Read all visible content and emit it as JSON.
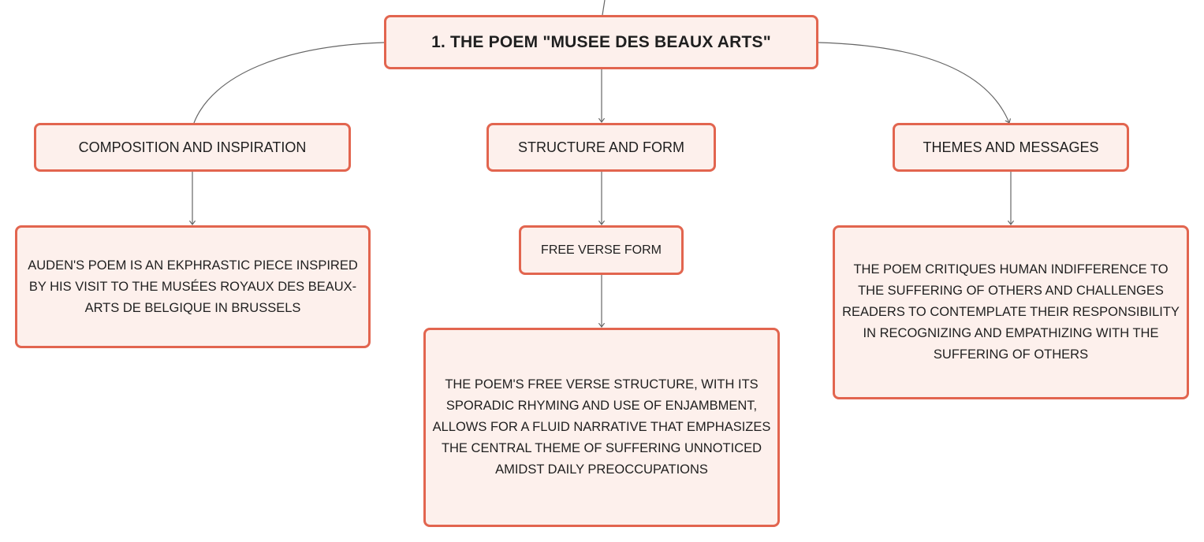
{
  "root": {
    "label": "1. THE POEM \"MUSEE DES BEAUX ARTS\""
  },
  "branches": [
    {
      "label": "COMPOSITION AND INSPIRATION",
      "detail": "AUDEN'S POEM IS AN EKPHRASTIC PIECE INSPIRED BY HIS VISIT TO THE MUSÉES ROYAUX DES BEAUX-ARTS DE BELGIQUE IN BRUSSELS"
    },
    {
      "label": "STRUCTURE AND FORM",
      "sub_label": "FREE VERSE FORM",
      "detail": "THE POEM'S FREE VERSE STRUCTURE, WITH ITS SPORADIC RHYMING AND USE OF ENJAMBMENT, ALLOWS FOR A FLUID NARRATIVE THAT EMPHASIZES THE CENTRAL THEME OF SUFFERING UNNOTICED AMIDST DAILY PREOCCUPATIONS"
    },
    {
      "label": "THEMES AND MESSAGES",
      "detail": "THE POEM CRITIQUES HUMAN INDIFFERENCE TO THE SUFFERING OF OTHERS AND CHALLENGES READERS TO CONTEMPLATE THEIR RESPONSIBILITY IN RECOGNIZING AND EMPATHIZING WITH THE SUFFERING OF OTHERS"
    }
  ],
  "colors": {
    "node_border": "#e2654f",
    "node_fill": "#fdf0ec",
    "connector": "#666666"
  }
}
